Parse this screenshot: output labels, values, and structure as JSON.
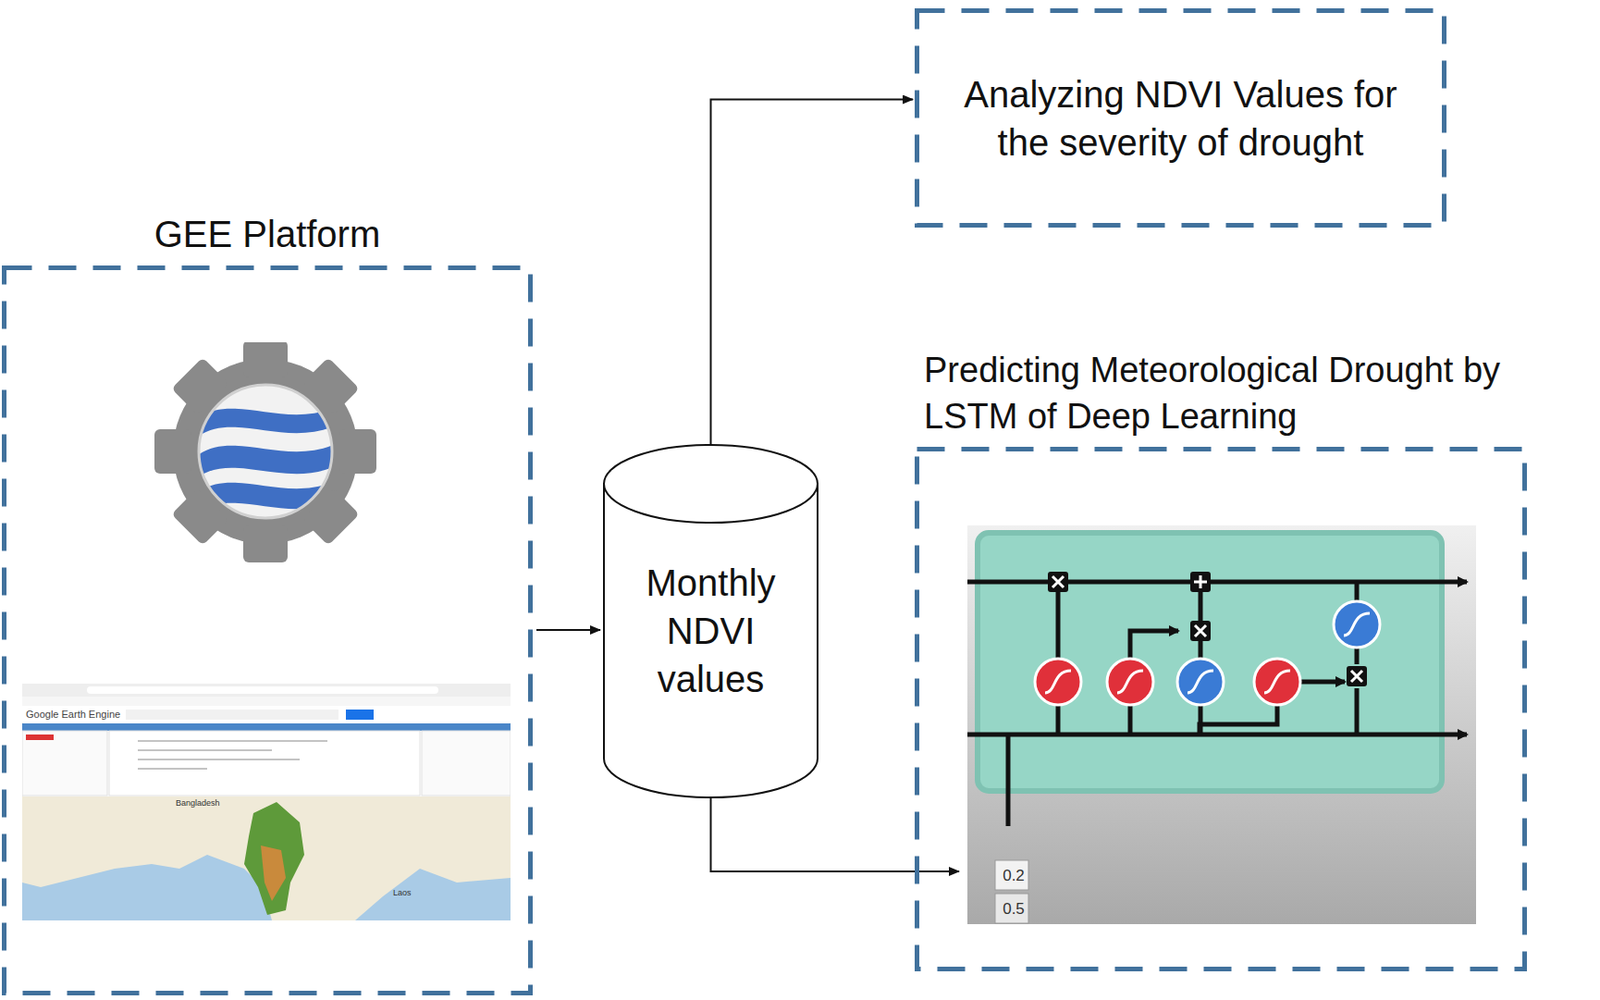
{
  "diagram": {
    "nodes": [
      {
        "text": [
          "GEE Platform"
        ]
      },
      {
        "text": [
          "Monthly NDVI values"
        ]
      },
      {
        "text": [
          "Analyzing NDVI Values for the severity of drought"
        ]
      },
      {
        "text": [
          "Predicting Meteorological Drought by LSTM of Deep Learning"
        ]
      }
    ],
    "edges": [
      {
        "from": 0,
        "to": 1,
        "arrow": "to"
      },
      {
        "from": 1,
        "to": 2,
        "arrow": "to"
      },
      {
        "from": 1,
        "to": 3,
        "arrow": "to"
      }
    ],
    "labels": [
      "0.2",
      "0.5",
      "Google Earth Engine",
      "Bangladesh",
      "Laos"
    ]
  }
}
